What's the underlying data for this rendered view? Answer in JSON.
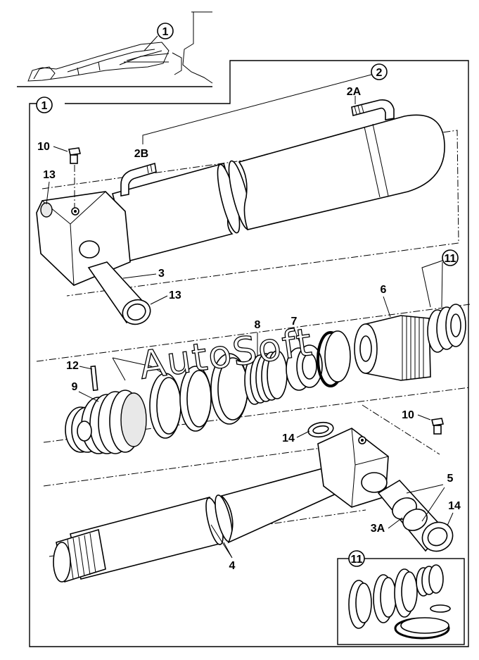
{
  "watermark": "AutoSoft",
  "callouts": {
    "c1_top": "1",
    "c1_frame": "1",
    "c2": "2",
    "c2a": "2A",
    "c2b": "2B",
    "c3": "3",
    "c3a": "3A",
    "c4": "4",
    "c5": "5",
    "c6": "6",
    "c7": "7",
    "c8": "8",
    "c9": "9",
    "c10_left": "10",
    "c10_right": "10",
    "c11_top": "11",
    "c11_box": "11",
    "c12": "12",
    "c13_left": "13",
    "c13_bottom": "13",
    "c14_left": "14",
    "c14_right": "14"
  }
}
